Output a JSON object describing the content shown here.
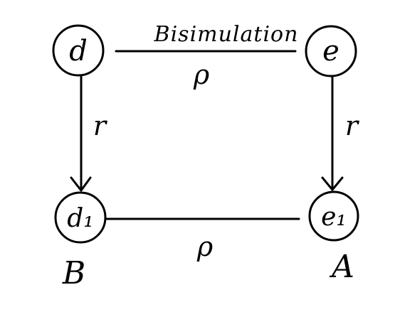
{
  "diagram": {
    "title": "Bisimulation",
    "nodes": {
      "d": "d",
      "e": "e",
      "d1": "d₁",
      "e1": "e₁"
    },
    "edge_labels": {
      "top_relation": "ρ",
      "bottom_relation": "ρ",
      "left_transition": "r",
      "right_transition": "r"
    },
    "set_labels": {
      "left": "B",
      "right": "A"
    },
    "colors": {
      "stroke": "#000000",
      "background": "#ffffff"
    }
  }
}
